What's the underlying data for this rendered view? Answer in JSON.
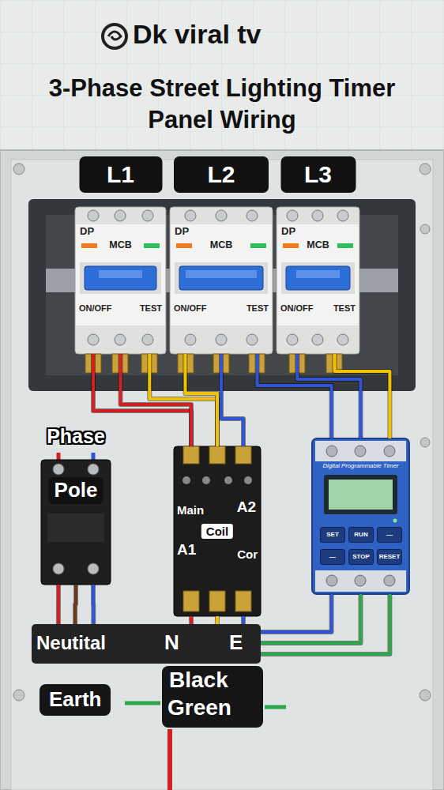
{
  "diagram": {
    "title": "3-Phase Street Lighting Timer Panel Wiring",
    "nodes": [
      {
        "text": [
          "L1",
          "DP",
          "MCB",
          "ON/OFF",
          "TEST"
        ]
      },
      {
        "text": [
          "L2",
          "DP",
          "MCB",
          "ON/OFF",
          "TEST"
        ]
      },
      {
        "text": [
          "L3",
          "DP",
          "MCB",
          "ON/OFF",
          "TEST"
        ]
      },
      {
        "text": [
          "Phase",
          "Pole"
        ]
      },
      {
        "text": [
          "Main",
          "A2",
          "Coil",
          "A1",
          "Cor"
        ]
      },
      {
        "text": [
          "Digital Programmable Timer"
        ]
      },
      {
        "text": [
          "SET"
        ],
        "in": 5
      },
      {
        "text": [
          "RUN"
        ],
        "in": 5
      },
      {
        "text": [
          "—"
        ],
        "in": 5
      },
      {
        "text": [
          "—"
        ],
        "in": 5
      },
      {
        "text": [
          "STOP"
        ],
        "in": 5
      },
      {
        "text": [
          "RESET"
        ],
        "in": 5
      },
      {
        "text": [
          "Neutital",
          "N",
          "E"
        ]
      }
    ],
    "edges": [
      {
        "from": 0,
        "to": 4,
        "arrow": "none"
      },
      {
        "from": 1,
        "to": 4,
        "arrow": "none"
      },
      {
        "from": 1,
        "to": 5,
        "arrow": "none"
      },
      {
        "from": 2,
        "to": 5,
        "arrow": "none"
      },
      {
        "from": 4,
        "to": 12,
        "arrow": "none"
      },
      {
        "from": 5,
        "to": 12,
        "arrow": "none"
      },
      {
        "from": 3,
        "to": 12,
        "arrow": "none"
      }
    ],
    "labels": [
      "Dk viral tv",
      "Earth",
      "Black",
      "Green"
    ]
  }
}
